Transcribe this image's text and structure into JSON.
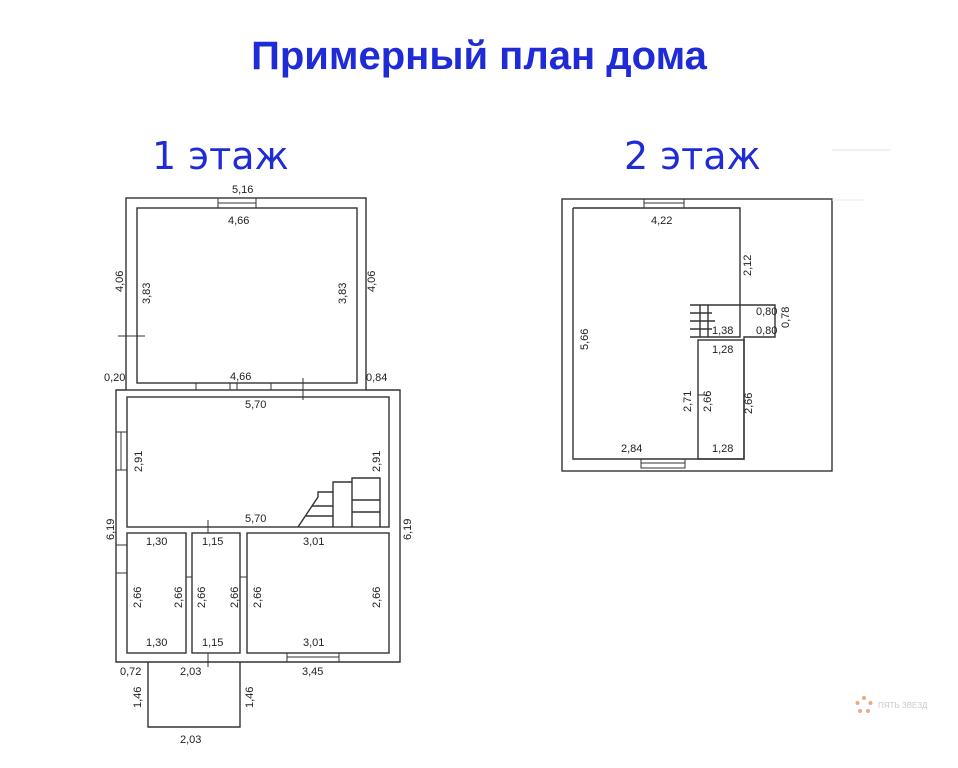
{
  "title": "Примерный план дома",
  "floor1": {
    "label": "1 этаж",
    "dims": {
      "top_outer": "5,16",
      "top_inner": "4,66",
      "left_outer_top": "4,06",
      "left_inner_top": "3,83",
      "right_inner_top": "3,83",
      "right_outer_top": "4,06",
      "gap_left": "0,20",
      "mid_top": "4,66",
      "gap_right": "0,84",
      "hall_top": "5,70",
      "hall_left": "2,91",
      "hall_right": "2,91",
      "hall_bottom": "5,70",
      "left_outer_bottom": "6,19",
      "right_outer_bottom": "6,19",
      "room1_top": "1,30",
      "room2_top": "1,15",
      "room3_top": "3,01",
      "room1_left": "2,66",
      "room1_right": "2,66",
      "room2_left": "2,66",
      "room2_right": "2,66",
      "room3_left": "2,66",
      "room3_right": "2,66",
      "room1_bottom": "1,30",
      "room2_bottom": "1,15",
      "room3_bottom": "3,01",
      "bottom_left_gap": "0,72",
      "porch_top": "2,03",
      "bottom_right": "3,45",
      "porch_left": "1,46",
      "porch_right": "1,46",
      "porch_bottom": "2,03"
    }
  },
  "floor2": {
    "label": "2 этаж",
    "dims": {
      "top": "4,22",
      "left": "5,66",
      "stair_right": "2,12",
      "stair_w1": "0,80",
      "stair_w2": "0,80",
      "stair_h": "0,78",
      "stair_len": "1,38",
      "room_top": "1,28",
      "room_left_a": "2,71",
      "room_left_b": "2,66",
      "room_right": "2,66",
      "room_bottom": "1,28",
      "bottom": "2,84"
    }
  },
  "watermark": {
    "text": "ПЯТЬ ЗВЕЗД",
    "icon": "star-logo-icon",
    "color": "#e8a98a"
  },
  "colors": {
    "title": "#1f2bd6",
    "lines": "#333333"
  }
}
